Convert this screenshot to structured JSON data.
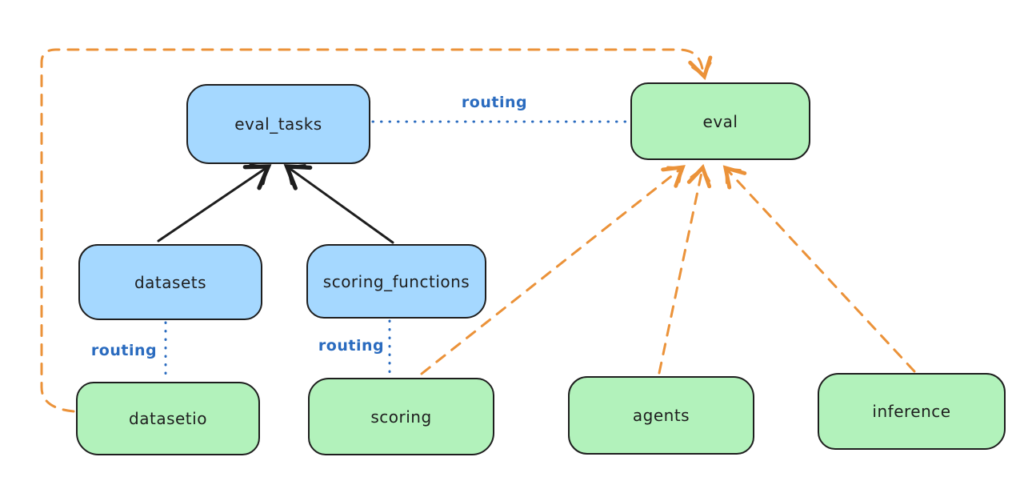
{
  "diagram": {
    "title": "",
    "nodes": [
      {
        "id": "eval_tasks",
        "label": "eval_tasks",
        "kind": "resource",
        "fill": "#a5d8ff"
      },
      {
        "id": "eval",
        "label": "eval",
        "kind": "api",
        "fill": "#b2f2bb"
      },
      {
        "id": "datasets",
        "label": "datasets",
        "kind": "resource",
        "fill": "#a5d8ff"
      },
      {
        "id": "scoring_functions",
        "label": "scoring_functions",
        "kind": "resource",
        "fill": "#a5d8ff"
      },
      {
        "id": "datasetio",
        "label": "datasetio",
        "kind": "api",
        "fill": "#b2f2bb"
      },
      {
        "id": "scoring",
        "label": "scoring",
        "kind": "api",
        "fill": "#b2f2bb"
      },
      {
        "id": "agents",
        "label": "agents",
        "kind": "api",
        "fill": "#b2f2bb"
      },
      {
        "id": "inference",
        "label": "inference",
        "kind": "api",
        "fill": "#b2f2bb"
      }
    ],
    "edges": [
      {
        "from": "eval_tasks",
        "to": "eval",
        "label": "routing",
        "style": "dotted-blue"
      },
      {
        "from": "datasets",
        "to": "datasetio",
        "label": "routing",
        "style": "dotted-blue"
      },
      {
        "from": "scoring_functions",
        "to": "scoring",
        "label": "routing",
        "style": "dotted-blue"
      },
      {
        "from": "datasets",
        "to": "eval_tasks",
        "label": "",
        "style": "solid-black-arrow"
      },
      {
        "from": "scoring_functions",
        "to": "eval_tasks",
        "label": "",
        "style": "solid-black-arrow"
      },
      {
        "from": "scoring",
        "to": "eval",
        "label": "",
        "style": "dashed-orange-arrow"
      },
      {
        "from": "agents",
        "to": "eval",
        "label": "",
        "style": "dashed-orange-arrow"
      },
      {
        "from": "inference",
        "to": "eval",
        "label": "",
        "style": "dashed-orange-arrow"
      },
      {
        "from": "datasetio",
        "to": "eval",
        "label": "",
        "style": "dashed-orange-arrow-loop"
      }
    ],
    "colors": {
      "node_blue_fill": "#a5d8ff",
      "node_green_fill": "#b2f2bb",
      "node_stroke": "#1e1e1e",
      "arrow_black": "#1e1e1e",
      "arrow_orange": "#eb9239",
      "routing_blue": "#2a6bbf",
      "background": "#ffffff"
    }
  }
}
